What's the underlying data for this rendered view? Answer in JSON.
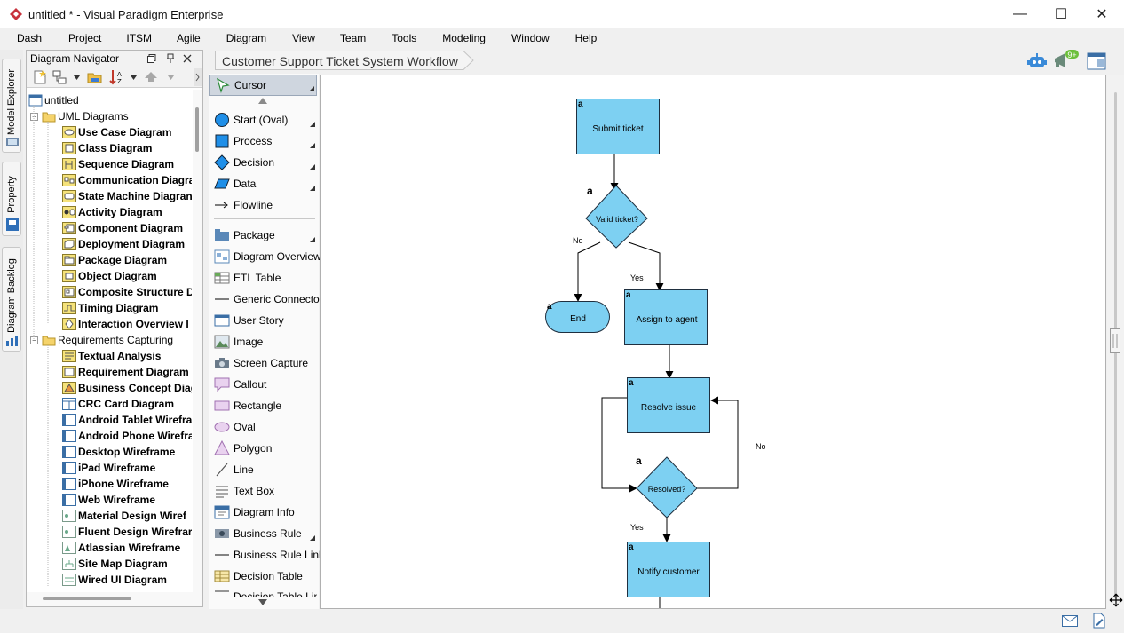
{
  "window": {
    "title": "untitled * - Visual Paradigm Enterprise",
    "controls": {
      "minimize": "—",
      "maximize": "☐",
      "close": "✕"
    }
  },
  "menu": [
    "Dash",
    "Project",
    "ITSM",
    "Agile",
    "Diagram",
    "View",
    "Team",
    "Tools",
    "Modeling",
    "Window",
    "Help"
  ],
  "side_tabs": [
    "Model Explorer",
    "Property",
    "Diagram Backlog"
  ],
  "navigator": {
    "title": "Diagram Navigator",
    "root": "untitled",
    "groups": [
      {
        "label": "UML Diagrams",
        "items": [
          "Use Case Diagram",
          "Class Diagram",
          "Sequence Diagram",
          "Communication Diagra",
          "State Machine Diagran",
          "Activity Diagram",
          "Component Diagram",
          "Deployment Diagram",
          "Package Diagram",
          "Object Diagram",
          "Composite Structure D",
          "Timing Diagram",
          "Interaction Overview I"
        ]
      },
      {
        "label": "Requirements Capturing",
        "items": [
          "Textual Analysis",
          "Requirement Diagram",
          "Business Concept Diag",
          "CRC Card Diagram",
          "Android Tablet Wirefra",
          "Android Phone Wirefra",
          "Desktop Wireframe",
          "iPad Wireframe",
          "iPhone Wireframe",
          "Web Wireframe",
          "Material Design Wiref",
          "Fluent Design Wirefrar",
          "Atlassian Wireframe",
          "Site Map Diagram",
          "Wired UI Diagram"
        ]
      }
    ]
  },
  "breadcrumb": "Customer Support Ticket System Workflow",
  "palette": {
    "selected": "Cursor",
    "items": [
      "Start (Oval)",
      "Process",
      "Decision",
      "Data",
      "Flowline",
      "Package",
      "Diagram Overview",
      "ETL Table",
      "Generic Connector",
      "User Story",
      "Image",
      "Screen Capture",
      "Callout",
      "Rectangle",
      "Oval",
      "Polygon",
      "Line",
      "Text Box",
      "Diagram Info",
      "Business Rule",
      "Business Rule Link",
      "Decision Table",
      "Decision Table Link"
    ]
  },
  "diagram": {
    "corner_marker": "a",
    "nodes": {
      "submit": "Submit ticket",
      "valid": "Valid ticket?",
      "end": "End",
      "assign": "Assign to agent",
      "resolve": "Resolve issue",
      "resolved": "Resolved?",
      "notify": "Notify customer"
    },
    "edges": {
      "no1": "No",
      "yes1": "Yes",
      "no2": "No",
      "yes2": "Yes"
    }
  },
  "toolbar_badge": "9+",
  "colors": {
    "node_fill": "#7dd0f2",
    "node_stroke": "#1f2f3f",
    "accent": "#2f78c4"
  }
}
